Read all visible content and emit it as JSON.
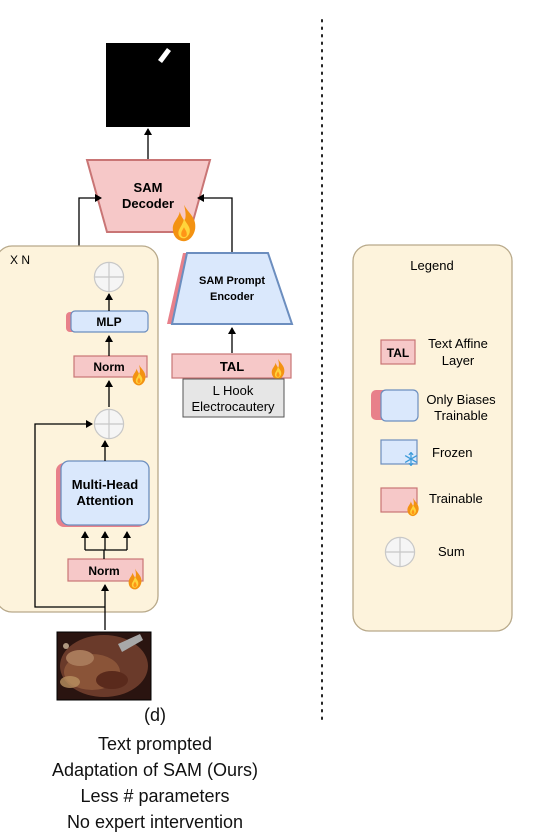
{
  "colors": {
    "trainable_fill": "#f6c8c8",
    "trainable_stroke": "#c97575",
    "frozen_fill": "#dae8fc",
    "frozen_stroke": "#6c8ebf",
    "block_bg": "#fdf3dc",
    "block_stroke": "#b8a98a",
    "accent_bias": "#e8808a",
    "label_box_fill": "#e6e6e6"
  },
  "encoder_block": {
    "repeat_label": "X N",
    "mlp_label": "MLP",
    "norm_top_label": "Norm",
    "attention_line1": "Multi-Head",
    "attention_line2": "Attention",
    "norm_bottom_label": "Norm",
    "sum_icon": "circle-plus-icon"
  },
  "decoder": {
    "line1": "SAM",
    "line2": "Decoder",
    "icon": "flame-icon"
  },
  "prompt_encoder": {
    "line1": "SAM Prompt",
    "line2": "Encoder"
  },
  "tal_block": {
    "label": "TAL"
  },
  "text_prompt": {
    "line1": "L Hook",
    "line2": "Electrocautery"
  },
  "legend": {
    "title": "Legend",
    "tal_label": "TAL",
    "tal_desc_line1": "Text Affine",
    "tal_desc_line2": "Layer",
    "bias_desc_line1": "Only Biases",
    "bias_desc_line2": "Trainable",
    "frozen_desc": "Frozen",
    "frozen_icon": "snowflake-icon",
    "trainable_desc": "Trainable",
    "trainable_icon": "flame-icon",
    "sum_desc": "Sum"
  },
  "caption": {
    "line1": "(d)",
    "line2": "Text prompted",
    "line3": "Adaptation of SAM (Ours)",
    "line4": "Less # parameters",
    "line5": "No expert intervention"
  }
}
